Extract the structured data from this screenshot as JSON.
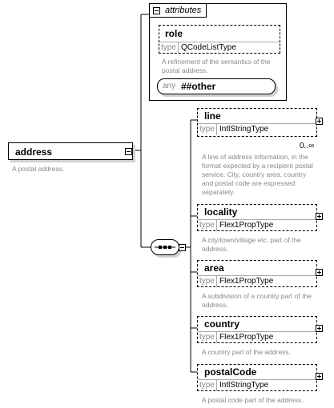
{
  "root": {
    "name": "address",
    "description": "A postal address."
  },
  "attributes": {
    "header": "attributes",
    "role": {
      "name": "role",
      "type_key": "type",
      "type": "QCodeListType",
      "description_lines": [
        "A refinement of the semantics of the",
        "postal address."
      ]
    },
    "any": {
      "key": "any",
      "value": "##other"
    }
  },
  "children": [
    {
      "name": "line",
      "type_key": "type",
      "type": "IntlStringType",
      "occurs": "0..∞",
      "description_lines": [
        "A line of address information, in the",
        "format expected by a recipient postal",
        "service. City, country area, country",
        "and postal code are expressed",
        "separately."
      ]
    },
    {
      "name": "locality",
      "type_key": "type",
      "type": "Flex1PropType",
      "description_lines": [
        "A city/town/village etc. part of the",
        "address."
      ]
    },
    {
      "name": "area",
      "type_key": "type",
      "type": "Flex1PropType",
      "description_lines": [
        "A subdivision of a country part of the",
        "address."
      ]
    },
    {
      "name": "country",
      "type_key": "type",
      "type": "Flex1PropType",
      "description_lines": [
        "A country part of the address."
      ]
    },
    {
      "name": "postalCode",
      "type_key": "type",
      "type": "IntlStringType",
      "description_lines": [
        "A postal code part of the address."
      ]
    }
  ]
}
